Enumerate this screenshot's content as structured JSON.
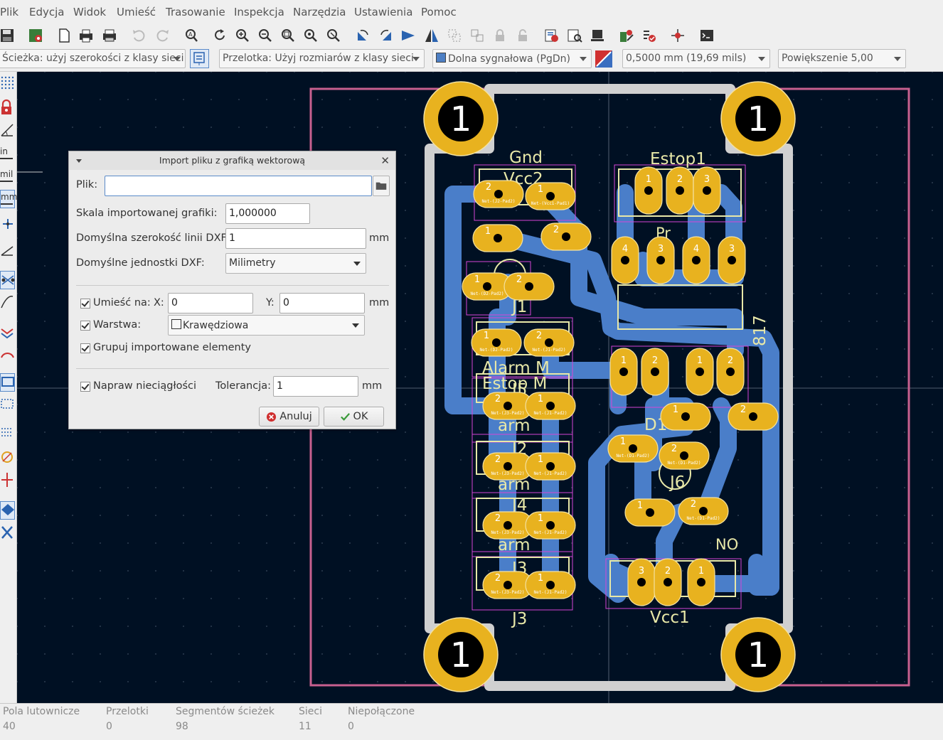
{
  "menu": [
    "Plik",
    "Edycja",
    "Widok",
    "Umieść",
    "Trasowanie",
    "Inspekcja",
    "Narzędzia",
    "Ustawienia",
    "Pomoc"
  ],
  "options": {
    "track": "Ścieżka: użyj szerokości z klasy sieci",
    "via": "Przelotka: Użyj rozmiarów z klasy sieci",
    "layer": "Dolna sygnałowa (PgDn)",
    "grid": "0,5000 mm (19,69 mils)",
    "zoom": "Powiększenie 5,00",
    "layer_color": "#4d7fc4"
  },
  "left_tools": {
    "in_label": "in",
    "mil_label": "mil",
    "mm_label": "mm"
  },
  "dialog": {
    "title": "Import pliku z grafiką wektorową",
    "file_label": "Plik:",
    "file_value": "",
    "scale_label": "Skala importowanej grafiki:",
    "scale_value": "1,000000",
    "linewidth_label": "Domyślna szerokość linii DXF:",
    "linewidth_value": "1",
    "linewidth_unit": "mm",
    "units_label": "Domyślne jednostki DXF:",
    "units_value": "Milimetry",
    "place_label": "Umieść na:",
    "x_label": "X:",
    "x_value": "0",
    "y_label": "Y:",
    "y_value": "0",
    "xy_unit": "mm",
    "layer_label": "Warstwa:",
    "layer_value": "Krawędziowa",
    "group_label": "Grupuj importowane elementy",
    "fix_label": "Napraw nieciągłości",
    "tolerance_label": "Tolerancja:",
    "tolerance_value": "1",
    "tolerance_unit": "mm",
    "cancel": "Anuluj",
    "ok": "OK"
  },
  "board": {
    "mount_hole_label": "1",
    "refs": {
      "gnd": "Gnd",
      "vcc2": "Vcc2",
      "estop1": "Estop1",
      "j1": "J1",
      "j5": "J5",
      "j2": "J2",
      "j4": "J4",
      "j3": "J3",
      "vcc1": "Vcc1",
      "d1": "D1",
      "j6": "J6",
      "p817": "817",
      "alarm": "Alarm M",
      "estop": "Estop M",
      "arm1": "arm",
      "arm2": "arm",
      "arm3": "arm",
      "no": "NO",
      "pr": "Pr"
    },
    "pads": {
      "n1": "1",
      "n2": "2",
      "n3": "3",
      "n4": "4",
      "net_j2_pad2": "Net-(J2-Pad2)",
      "net_vcc1_pad1": "Net-(Vcc1-Pad1)",
      "net_d2_pad2": "Net-(D2-Pad2)",
      "net_j1_pad2": "Net-(J1-Pad2)",
      "net_j3_pad2": "Net-(J3-Pad2)",
      "net_d1_pad2": "Net-(D1-Pad2)"
    }
  },
  "status": {
    "labels": [
      "Pola lutownicze",
      "Przelotki",
      "Segmentów ścieżek",
      "Sieci",
      "Niepołączone"
    ],
    "values": [
      "40",
      "0",
      "98",
      "11",
      "0"
    ]
  }
}
